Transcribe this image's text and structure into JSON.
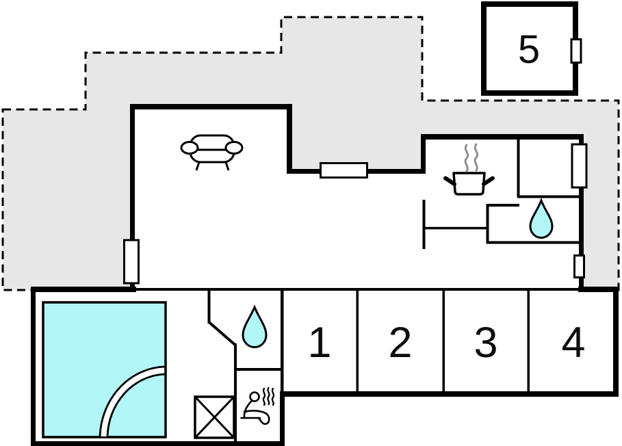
{
  "plan": {
    "type": "floor-plan",
    "rooms": [
      {
        "id": "room-1",
        "label": "1"
      },
      {
        "id": "room-2",
        "label": "2"
      },
      {
        "id": "room-3",
        "label": "3"
      },
      {
        "id": "room-4",
        "label": "4"
      },
      {
        "id": "annex",
        "label": "5"
      }
    ],
    "colors": {
      "terrace": "#e7e7e7",
      "water": "#b2f6f8",
      "wall": "#000000",
      "floor": "#ffffff",
      "kitchen_steam": "#8f8f8f"
    },
    "icons": [
      "terrace-boundary",
      "sofa-icon",
      "dining-table-icon",
      "cooking-pot-icon",
      "kitchen-steam-icon",
      "water-drop-icon",
      "swimming-pool",
      "pool-divider-arc",
      "crossed-square-icon",
      "sauna-person-icon",
      "sauna-steam-icon",
      "window"
    ]
  }
}
